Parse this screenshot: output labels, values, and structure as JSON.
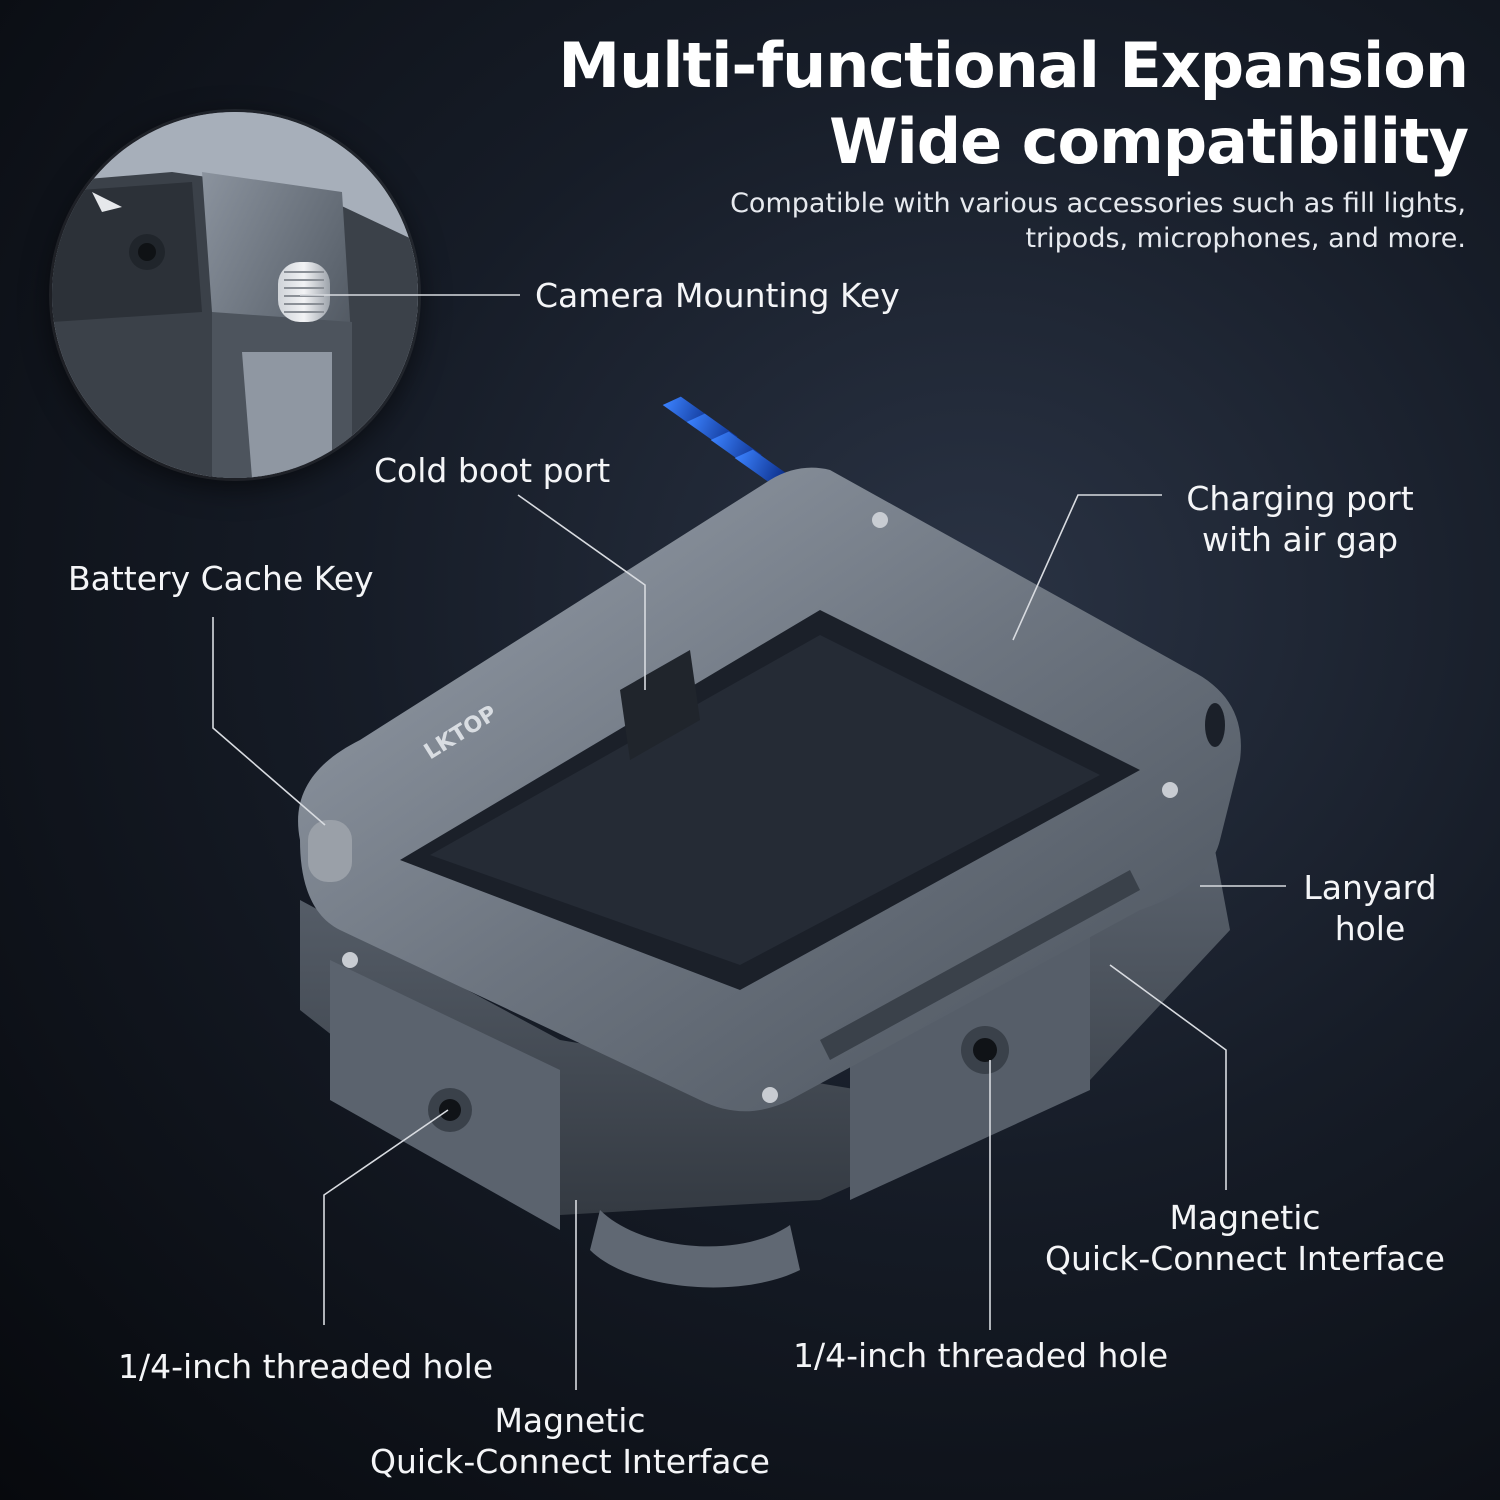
{
  "header": {
    "title_line1": "Multi-functional Expansion",
    "title_line2": "Wide compatibility",
    "subtitle_line1": "Compatible with various accessories such as fill lights,",
    "subtitle_line2": "tripods, microphones, and more."
  },
  "product": {
    "brand_mark": "LKTOP"
  },
  "callouts": {
    "camera_mounting_key": "Camera Mounting Key",
    "cold_boot_port": "Cold boot port",
    "battery_cache_key": "Battery Cache Key",
    "charging_port_line1": "Charging port",
    "charging_port_line2": "with air gap",
    "lanyard_line1": "Lanyard",
    "lanyard_line2": "hole",
    "magnetic_right_line1": "Magnetic",
    "magnetic_right_line2": "Quick-Connect Interface",
    "threaded_hole_right": "1/4-inch threaded hole",
    "threaded_hole_left": "1/4-inch threaded hole",
    "magnetic_bottom_line1": "Magnetic",
    "magnetic_bottom_line2": "Quick-Connect Interface"
  },
  "colors": {
    "accent_arrow": "#1f5fd8",
    "frame_metal": "#6f7782",
    "leader_line": "#d8dbe0"
  },
  "icons": {
    "direction_arrows": "chevron-up-left-icon"
  }
}
